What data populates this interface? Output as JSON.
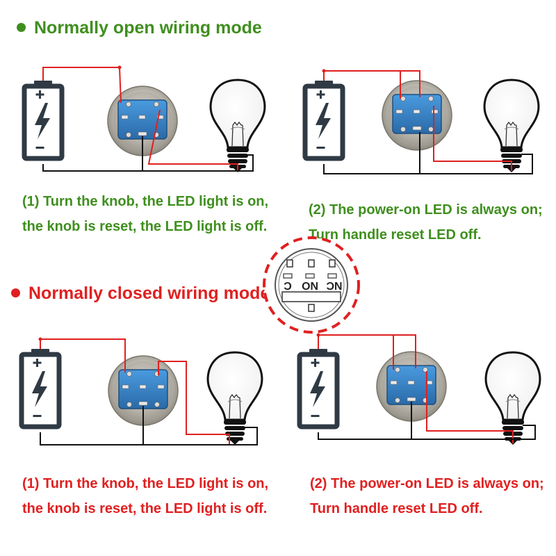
{
  "headings": {
    "normally_open": "Normally open wiring mode",
    "normally_closed": "Normally closed wiring mode"
  },
  "captions": {
    "open_1": {
      "line1": "(1) Turn the knob, the LED light is on,",
      "line2": "the knob is reset, the LED light is off."
    },
    "open_2": {
      "line1": "(2) The power-on LED is always on;",
      "line2": "Turn handle reset LED off."
    },
    "closed_1": {
      "line1": "(1) Turn the knob, the LED light is on,",
      "line2": "the knob is reset, the LED light is off."
    },
    "closed_2": {
      "line1": "(2) The power-on LED is always on;",
      "line2": "Turn handle reset LED off."
    }
  },
  "pinout": {
    "c": "C",
    "no": "NO",
    "nc": "NC"
  },
  "battery": {
    "plus": "+",
    "minus": "−",
    "icon": "lightning-bolt-icon"
  },
  "colors": {
    "green": "#3f8f1e",
    "red": "#e02020",
    "wire_red": "#e02020",
    "wire_black": "#111111",
    "switch_blue": "#3a7fc0",
    "battery_frame": "#2f3a44"
  }
}
